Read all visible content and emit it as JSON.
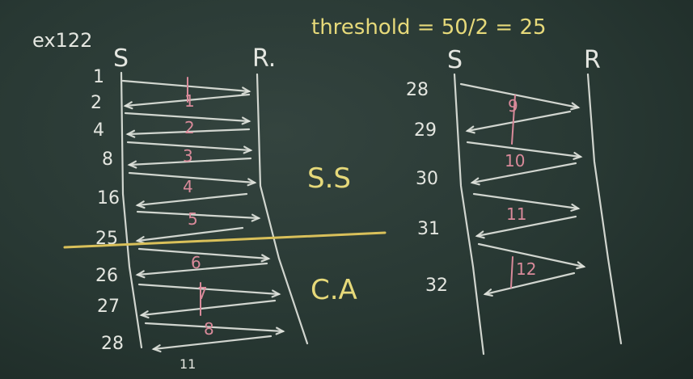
{
  "board": {
    "example_label": "ex122",
    "threshold_text": "threshold = 50/2 = 25",
    "left": {
      "sender": "S",
      "receiver": "R.",
      "window_sizes": [
        "1",
        "2",
        "4",
        "8",
        "16",
        "25",
        "26",
        "27",
        "28"
      ],
      "rounds": [
        "1",
        "2",
        "3",
        "4",
        "5",
        "6",
        "7",
        "8"
      ],
      "bottom_mark": "11"
    },
    "phases": {
      "slow_start": "S.S",
      "congestion_avoidance": "C.A"
    },
    "right": {
      "sender": "S",
      "receiver": "R",
      "window_sizes": [
        "28",
        "29",
        "30",
        "31",
        "32"
      ],
      "rounds": [
        "9",
        "10",
        "11",
        "12"
      ]
    }
  }
}
